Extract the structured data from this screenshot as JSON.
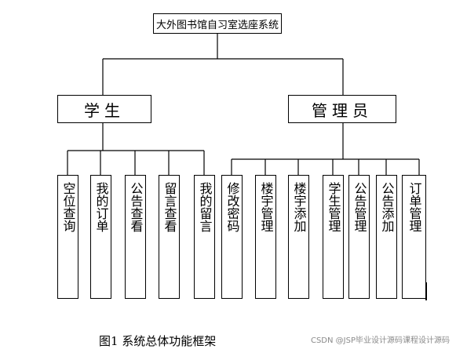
{
  "root": "大外图书馆自习室选座系统",
  "groups": [
    {
      "label": "学生",
      "children": [
        "空位查询",
        "我的订单",
        "公告查看",
        "留言查看",
        "我的留言"
      ]
    },
    {
      "label": "管理员",
      "children": [
        "修改密码",
        "楼宇管理",
        "楼宇添加",
        "学生管理",
        "公告管理",
        "公告添加",
        "订单管理"
      ]
    }
  ],
  "caption": "图1 系统总体功能框架",
  "watermark": "CSDN @JSP毕业设计源码课程设计源码"
}
